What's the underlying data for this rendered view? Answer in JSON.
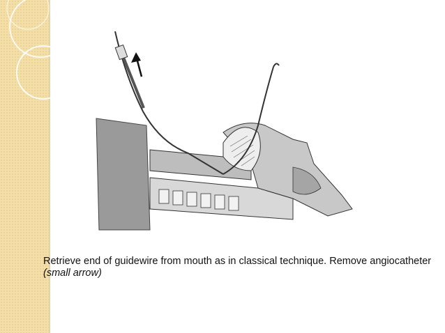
{
  "slide": {
    "caption_main": "Retrieve end of guidewire from mouth as in classical technique. Remove angiocatheter",
    "caption_note": "(small arrow)"
  },
  "illustration": {
    "subject": "sagittal-head-neck-anatomy-with-guidewire",
    "arrow_icon": "up-arrow-icon"
  },
  "colors": {
    "band": "#f4dfa9",
    "ring": "#ffffff",
    "text": "#111111"
  }
}
